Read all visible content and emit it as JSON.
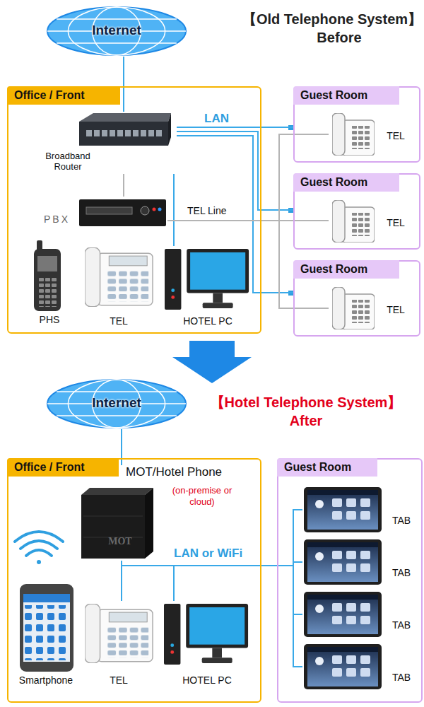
{
  "diagram": {
    "nodes": [
      {
        "text": [
          "Internet"
        ]
      },
      {
        "text": [
          "Office / Front"
        ]
      },
      {
        "text": [
          "Broadband Router"
        ],
        "in": 1
      },
      {
        "text": [
          "PBX"
        ],
        "in": 1
      },
      {
        "text": [
          "PHS"
        ],
        "in": 1
      },
      {
        "text": [
          "TEL"
        ],
        "in": 1
      },
      {
        "text": [
          "HOTEL PC"
        ],
        "in": 1
      },
      {
        "text": [
          "Guest Room"
        ]
      },
      {
        "text": [
          "TEL"
        ],
        "in": 7
      },
      {
        "text": [
          "Guest Room"
        ]
      },
      {
        "text": [
          "TEL"
        ],
        "in": 9
      },
      {
        "text": [
          "Guest Room"
        ]
      },
      {
        "text": [
          "TEL"
        ],
        "in": 11
      },
      {
        "text": [
          "Internet"
        ]
      },
      {
        "text": [
          "Office / Front"
        ]
      },
      {
        "text": [
          "MOT/Hotel Phone",
          "(on-premise or cloud)"
        ],
        "in": 14
      },
      {
        "text": [
          "Smartphone"
        ],
        "in": 14
      },
      {
        "text": [
          "TEL"
        ],
        "in": 14
      },
      {
        "text": [
          "HOTEL PC"
        ],
        "in": 14
      },
      {
        "text": [
          "Guest Room"
        ]
      },
      {
        "text": [
          "TAB"
        ],
        "in": 19
      },
      {
        "text": [
          "TAB"
        ],
        "in": 19
      },
      {
        "text": [
          "TAB"
        ],
        "in": 19
      },
      {
        "text": [
          "TAB"
        ],
        "in": 19
      }
    ],
    "edges": [
      {
        "from": 0,
        "to": 2,
        "arrow": "none"
      },
      {
        "from": 2,
        "to": 3,
        "arrow": "none"
      },
      {
        "from": 2,
        "to": 6,
        "arrow": "none"
      },
      {
        "from": 2,
        "to": 7,
        "label": "LAN",
        "arrow": "none"
      },
      {
        "from": 2,
        "to": 9,
        "arrow": "none"
      },
      {
        "from": 2,
        "to": 11,
        "arrow": "none"
      },
      {
        "from": 3,
        "to": 10,
        "label": "TEL Line",
        "arrow": "none"
      },
      {
        "from": 3,
        "to": 8,
        "arrow": "none"
      },
      {
        "from": 3,
        "to": 12,
        "arrow": "none"
      },
      {
        "from": 13,
        "to": 15,
        "arrow": "none"
      },
      {
        "from": 15,
        "to": 17,
        "arrow": "none"
      },
      {
        "from": 15,
        "to": 18,
        "arrow": "none"
      },
      {
        "from": 15,
        "to": 20,
        "label": "LAN or WiFi",
        "arrow": "none"
      },
      {
        "from": 15,
        "to": 21,
        "arrow": "none"
      },
      {
        "from": 15,
        "to": 22,
        "arrow": "none"
      },
      {
        "from": 15,
        "to": 23,
        "arrow": "none"
      }
    ],
    "labels": [
      "【Old Telephone System】",
      "Before",
      "【Hotel Telephone System】",
      "After",
      "MOT"
    ]
  }
}
